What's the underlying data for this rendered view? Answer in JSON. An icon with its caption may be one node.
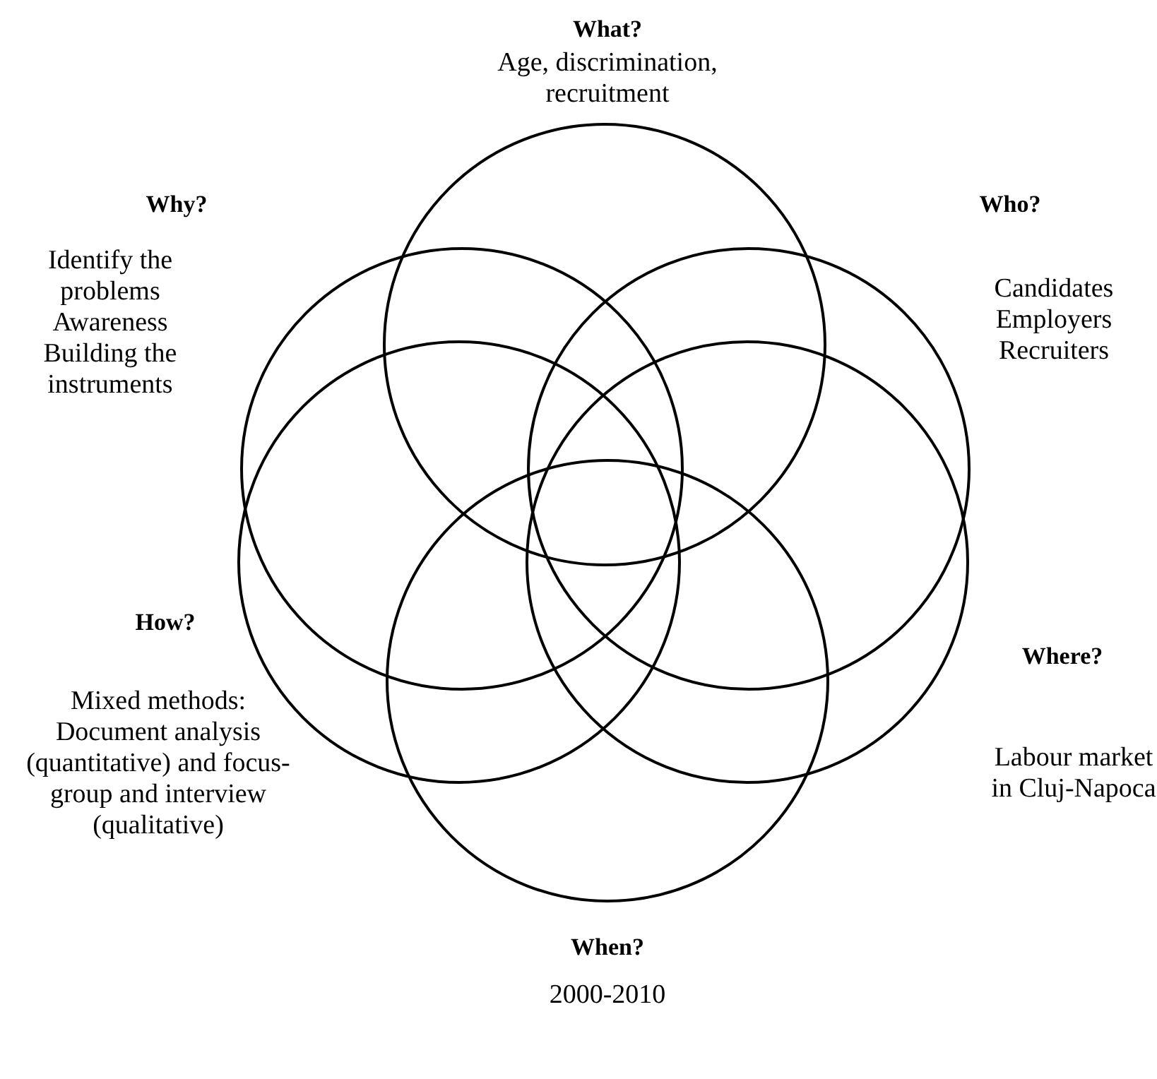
{
  "diagram": {
    "nodes": [
      {
        "text": [
          "What?",
          "Age, discrimination, recruitment"
        ]
      },
      {
        "text": [
          "Why?",
          "Identify the problems",
          "Awareness",
          "Building the instruments"
        ]
      },
      {
        "text": [
          "Who?",
          "Candidates",
          "Employers",
          "Recruiters"
        ]
      },
      {
        "text": [
          "How?",
          "Mixed methods: Document analysis (quantitative) and focus-group and interview (qualitative)"
        ]
      },
      {
        "text": [
          "Where?",
          "Labour market in Cluj-Napoca"
        ]
      },
      {
        "text": [
          "When?",
          "2000-2010"
        ]
      }
    ]
  }
}
